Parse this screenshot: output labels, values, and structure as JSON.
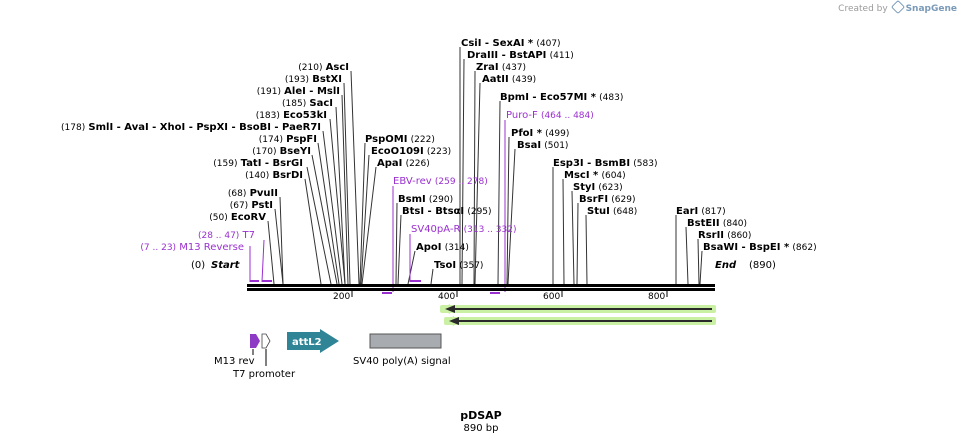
{
  "credit": {
    "prefix": "Created by",
    "brand": "SnapGene"
  },
  "map": {
    "name": "pDSAP",
    "length_label": "890 bp",
    "start_label": "Start",
    "start_pos": "(0)",
    "end_label": "End",
    "end_pos": "(890)",
    "ticks": [
      "200",
      "400",
      "600",
      "800"
    ]
  },
  "enzyme_labels": [
    {
      "pos": "(407)",
      "text": "CsiI  - SexAI *",
      "pos_side": "right"
    },
    {
      "pos": "(411)",
      "text": "DraIII  - BstAPI",
      "pos_side": "right"
    },
    {
      "pos": "(437)",
      "text": "ZraI",
      "pos_side": "right"
    },
    {
      "pos": "(439)",
      "text": "AatII",
      "pos_side": "right"
    },
    {
      "pos": "(483)",
      "text": "BpmI   - Eco57MI *",
      "pos_side": "right"
    },
    {
      "pos": "(499)",
      "text": "PfoI *",
      "pos_side": "right"
    },
    {
      "pos": "(501)",
      "text": "BsaI",
      "pos_side": "right"
    },
    {
      "pos": "(583)",
      "text": "Esp3I   - BsmBI",
      "pos_side": "right"
    },
    {
      "pos": "(604)",
      "text": "MscI *",
      "pos_side": "right"
    },
    {
      "pos": "(623)",
      "text": "StyI",
      "pos_side": "right"
    },
    {
      "pos": "(629)",
      "text": "BsrFI",
      "pos_side": "right"
    },
    {
      "pos": "(648)",
      "text": "StuI",
      "pos_side": "right"
    },
    {
      "pos": "(817)",
      "text": "EarI",
      "pos_side": "right"
    },
    {
      "pos": "(840)",
      "text": "BstEII",
      "pos_side": "right"
    },
    {
      "pos": "(860)",
      "text": "RsrII",
      "pos_side": "right"
    },
    {
      "pos": "(862)",
      "text": "BsaWI   - BspEI *",
      "pos_side": "right"
    },
    {
      "pos": "(222)",
      "text": "PspOMI",
      "pos_side": "right"
    },
    {
      "pos": "(223)",
      "text": "EcoO109I",
      "pos_side": "right"
    },
    {
      "pos": "(226)",
      "text": "ApaI",
      "pos_side": "right"
    },
    {
      "pos": "(290)",
      "text": "BsmI",
      "pos_side": "right"
    },
    {
      "pos": "(295)",
      "text": "BtsI   - BtsαI",
      "pos_side": "right"
    },
    {
      "pos": "(314)",
      "text": "ApoI",
      "pos_side": "right"
    },
    {
      "pos": "(357)",
      "text": "TsoI",
      "pos_side": "right"
    },
    {
      "pos": "(210)",
      "text": "AscI",
      "pos_side": "left"
    },
    {
      "pos": "(193)",
      "text": "BstXI",
      "pos_side": "left"
    },
    {
      "pos": "(191)",
      "text": "AleI   - MslI",
      "pos_side": "left"
    },
    {
      "pos": "(185)",
      "text": "SacI",
      "pos_side": "left"
    },
    {
      "pos": "(183)",
      "text": "Eco53kI",
      "pos_side": "left"
    },
    {
      "pos": "(178)",
      "text": "SmlI   - AvaI   - XhoI   - PspXI   - BsoBI   - PaeR7I",
      "pos_side": "left"
    },
    {
      "pos": "(174)",
      "text": "PspFI",
      "pos_side": "left"
    },
    {
      "pos": "(170)",
      "text": "BseYI",
      "pos_side": "left"
    },
    {
      "pos": "(159)",
      "text": "TatI   - BsrGI",
      "pos_side": "left"
    },
    {
      "pos": "(140)",
      "text": "BsrDI",
      "pos_side": "left"
    },
    {
      "pos": "(68)",
      "text": "PvuII",
      "pos_side": "left"
    },
    {
      "pos": "(67)",
      "text": "PstI",
      "pos_side": "left"
    },
    {
      "pos": "(50)",
      "text": "EcoRV",
      "pos_side": "left"
    }
  ],
  "primer_labels": [
    {
      "name": "Puro-F",
      "range": "(464 .. 484)"
    },
    {
      "name": "EBV-rev",
      "range": "(259 .. 278)"
    },
    {
      "name": "SV40pA-R",
      "range": "(313 .. 332)"
    },
    {
      "name": "T7",
      "range": "(28 .. 47)"
    },
    {
      "name": "M13 Reverse",
      "range": "(7 .. 23)"
    }
  ],
  "features": [
    {
      "name": "M13 rev"
    },
    {
      "name": "T7 promoter"
    },
    {
      "name": "attL2"
    },
    {
      "name": "SV40 poly(A) signal"
    }
  ],
  "colors": {
    "primer": "#9b30d0",
    "attl2": "#2f8496",
    "polya": "#a8abb0",
    "m13rev": "#8e3ac4",
    "orf_fill": "#2a2a2a",
    "orf_glow": "#c9f0a3",
    "backbone": "#000000"
  }
}
